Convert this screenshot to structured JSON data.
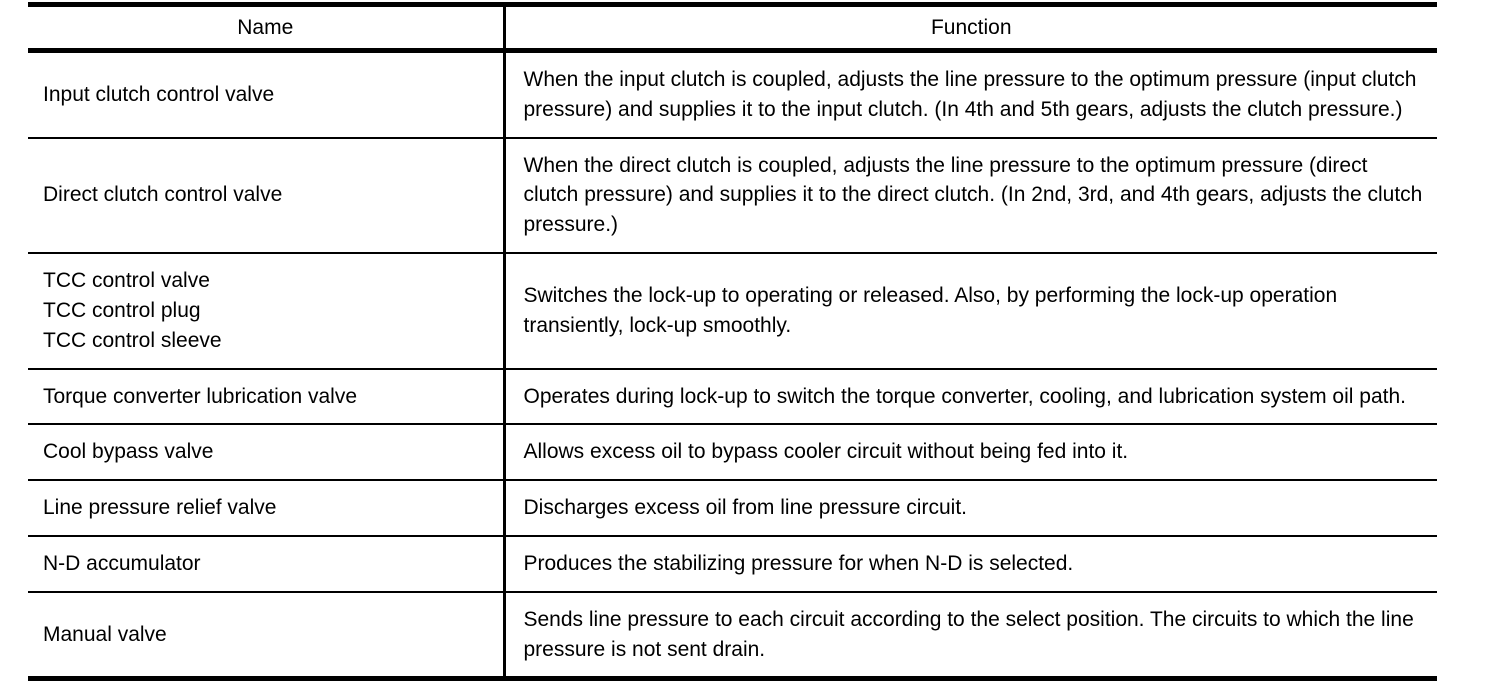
{
  "table": {
    "columns": [
      {
        "key": "name",
        "label": "Name"
      },
      {
        "key": "function",
        "label": "Function"
      }
    ],
    "rows": [
      {
        "name": "Input clutch control valve",
        "name_lines": [
          "Input clutch control valve"
        ],
        "function": "When the input clutch is coupled, adjusts the line pressure to the optimum pressure (input clutch pressure) and supplies it to the input clutch. (In 4th and 5th gears, adjusts the clutch pressure.)"
      },
      {
        "name": "Direct clutch control valve",
        "name_lines": [
          "Direct clutch control valve"
        ],
        "function": "When the direct clutch is coupled, adjusts the line pressure to the optimum pressure (direct clutch pressure) and supplies it to the direct clutch. (In 2nd, 3rd, and 4th gears, adjusts the clutch pressure.)"
      },
      {
        "name": "TCC control valve TCC control plug TCC control sleeve",
        "name_lines": [
          "TCC control valve",
          "TCC control plug",
          "TCC control sleeve"
        ],
        "function": "Switches the lock-up to operating or released. Also, by performing the lock-up operation transiently, lock-up smoothly."
      },
      {
        "name": "Torque converter lubrication valve",
        "name_lines": [
          "Torque converter lubrication valve"
        ],
        "function": "Operates during lock-up to switch the torque converter, cooling, and lubrication system oil path."
      },
      {
        "name": "Cool bypass valve",
        "name_lines": [
          "Cool bypass valve"
        ],
        "function": "Allows excess oil to bypass cooler circuit without being fed into it."
      },
      {
        "name": "Line pressure relief valve",
        "name_lines": [
          "Line pressure relief valve"
        ],
        "function": "Discharges excess oil from line pressure circuit."
      },
      {
        "name": "N-D accumulator",
        "name_lines": [
          "N-D accumulator"
        ],
        "function": "Produces the stabilizing pressure for when N-D is selected."
      },
      {
        "name": "Manual valve",
        "name_lines": [
          "Manual valve"
        ],
        "function": "Sends line pressure to each circuit according to the select position. The circuits to which the line pressure is not sent drain."
      }
    ]
  },
  "colors": {
    "rule": "#000000",
    "text": "#000000",
    "background": "#ffffff"
  }
}
